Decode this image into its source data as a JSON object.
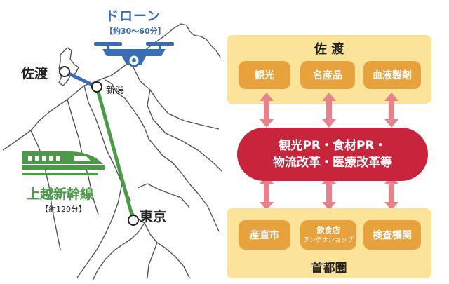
{
  "colors": {
    "drone_blue": "#3a6db5",
    "shinkansen_green": "#4a9a48",
    "panel_yellow": "#fbe49a",
    "pill_orange": "#e8a23d",
    "center_red": "#c8243b",
    "arrow_pink": "#e6828c",
    "map_line": "#555555"
  },
  "drone": {
    "title": "ドローン",
    "time": "【約30～60分】",
    "icon": "drone-icon"
  },
  "shinkansen": {
    "name": "上越新幹線",
    "time": "【約120分】",
    "icon": "shinkansen-train-icon"
  },
  "map": {
    "sado": "佐渡",
    "niigata": "新潟",
    "tokyo": "東京"
  },
  "top_panel": {
    "title": "佐 渡",
    "items": [
      "観光",
      "名産品",
      "血液製剤"
    ]
  },
  "center": {
    "line1": "観光PR・食材PR・",
    "line2": "物流改革・医療改革等"
  },
  "bottom_panel": {
    "title": "首都圏",
    "item1": "産直市",
    "item2_line1": "飲食店",
    "item2_line2": "アンテナショップ",
    "item3": "検査機関"
  }
}
